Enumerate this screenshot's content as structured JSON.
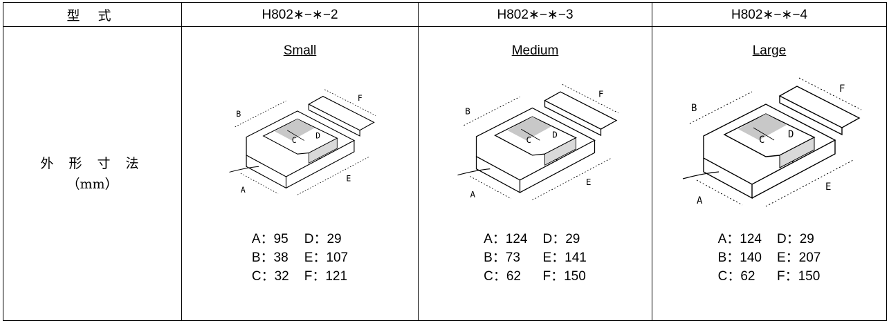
{
  "header": {
    "model_label": "型 式",
    "models": [
      "H802∗−∗−2",
      "H802∗−∗−3",
      "H802∗−∗−4"
    ]
  },
  "row_label": {
    "line1": "外 形 寸 法",
    "line2": "（mm）"
  },
  "sizes": [
    {
      "name": "Small",
      "dims": [
        "A：95",
        "D：29",
        "B：38",
        "E：107",
        "C：32",
        "F：121"
      ]
    },
    {
      "name": "Medium",
      "dims": [
        "A：124",
        "D：29",
        "B：73",
        "E：141",
        "C：62",
        "F：150"
      ]
    },
    {
      "name": "Large",
      "dims": [
        "A：124",
        "D：29",
        "B：140",
        "E：207",
        "C：62",
        "F：150"
      ]
    }
  ],
  "diagram_labels": [
    "A",
    "B",
    "C",
    "D",
    "E",
    "F"
  ]
}
